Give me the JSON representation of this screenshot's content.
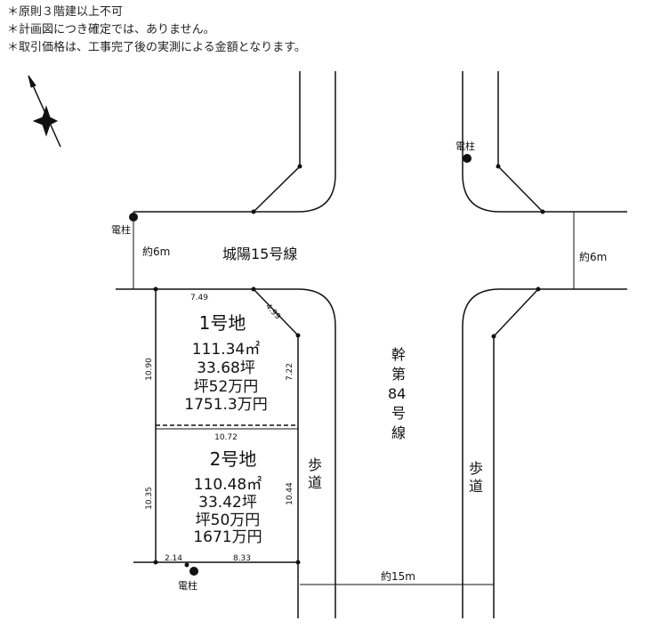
{
  "notes": [
    "＊原則３階建以上不可",
    "＊計画図につき確定では、ありません。",
    "＊取引価格は、工事完了後の実測による金額となります。"
  ],
  "roads": {
    "west_road": "城陽15号線",
    "main_road": [
      "幹",
      "第",
      "84",
      "号",
      "線"
    ],
    "sidewalk": [
      "歩",
      "道"
    ],
    "width_west": "約6m",
    "width_east": "約6m",
    "width_main": "約15m"
  },
  "utility_pole": "電柱",
  "lot1": {
    "name": "1号地",
    "area_m2": "111.34㎡",
    "area_tsubo": "33.68坪",
    "unit_price": "坪52万円",
    "price": "1751.3万円",
    "dims": {
      "top": "7.49",
      "corner": "4.99",
      "right": "7.22",
      "left": "10.90"
    }
  },
  "lot2": {
    "name": "2号地",
    "area_m2": "110.48㎡",
    "area_tsubo": "33.42坪",
    "unit_price": "坪50万円",
    "price": "1671万円",
    "dims": {
      "top": "10.72",
      "right": "10.44",
      "left": "10.35",
      "bottom_a": "2.14",
      "bottom_b": "8.33"
    }
  },
  "compass_icon": "north-arrow"
}
